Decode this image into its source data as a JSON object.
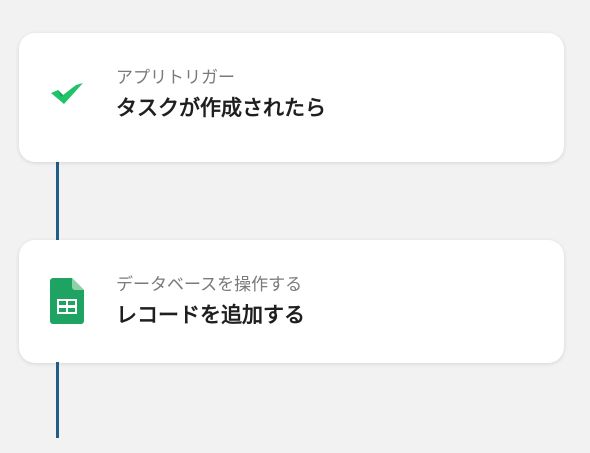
{
  "flow": {
    "steps": [
      {
        "subtitle": "アプリトリガー",
        "title": "タスクが作成されたら",
        "icon": "wrike-check-icon",
        "icon_color": "#1ec36a"
      },
      {
        "subtitle": "データベースを操作する",
        "title": "レコードを追加する",
        "icon": "google-sheets-icon",
        "icon_color": "#1ea362"
      }
    ],
    "connector_color": "#1f5f86",
    "background_color": "#f2f2f2"
  }
}
